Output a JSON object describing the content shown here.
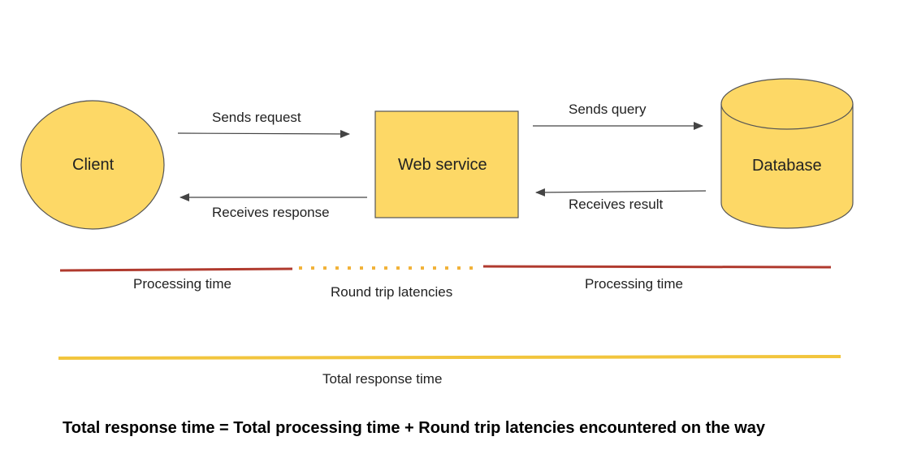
{
  "nodes": {
    "client": "Client",
    "web_service": "Web service",
    "database": "Database"
  },
  "arrows": {
    "sends_request": "Sends request",
    "receives_response": "Receives response",
    "sends_query": "Sends query",
    "receives_result": "Receives result"
  },
  "timeline": {
    "processing_left": "Processing time",
    "round_trip": "Round trip latencies",
    "processing_right": "Processing time",
    "total": "Total response time"
  },
  "formula": "Total response time = Total processing time + Round trip latencies encountered on the way",
  "colors": {
    "node_fill": "#FDD866",
    "node_stroke": "#555555",
    "arrow": "#444444",
    "processing_line": "#B03A2E",
    "latency_dots": "#F2B33A",
    "total_line": "#F2C53D"
  }
}
